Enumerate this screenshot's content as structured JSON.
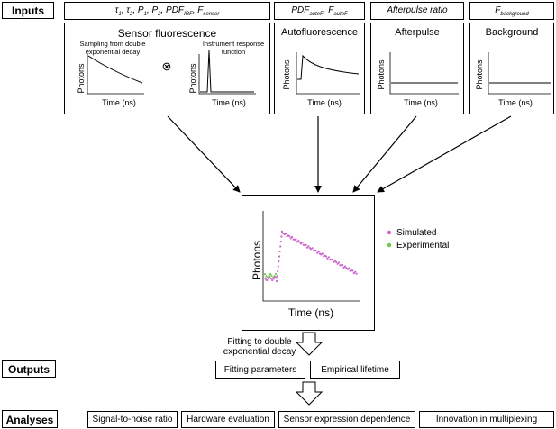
{
  "rows": {
    "inputs": "Inputs",
    "outputs": "Outputs",
    "analyses": "Analyses"
  },
  "params": {
    "tau1_sym": "τ",
    "tau1_sub": "1",
    "tau2_sym": ", τ",
    "tau2_sub": "2",
    "p1_sym": ", P",
    "p1_sub": "1",
    "p2_sym": ", P",
    "p2_sub": "2",
    "pdf_irf_sym": ", PDF",
    "pdf_irf_sub": "IRF",
    "fsensor_sym": ", F",
    "fsensor_sub": "sensor",
    "pdf_auto_sym": "PDF",
    "pdf_auto_sub": "autoF",
    "fauto_sym": ", F",
    "fauto_sub": "autoF",
    "afterpulse_ratio": "Afterpulse ratio",
    "fbg_sym": "F",
    "fbg_sub": "background"
  },
  "panels": {
    "sensor": {
      "title": "Sensor fluorescence",
      "note1": "Sampling from double",
      "note2": "exponential decay",
      "irf1": "Instrument response",
      "irf2": "function",
      "convolve": "⊗",
      "ylabel": "Photons",
      "xlabel": "Time (ns)"
    },
    "autofluorescence": {
      "title": "Autofluorescence",
      "ylabel": "Photons",
      "xlabel": "Time (ns)"
    },
    "afterpulse": {
      "title": "Afterpulse",
      "ylabel": "Photons",
      "xlabel": "Time (ns)"
    },
    "background": {
      "title": "Background",
      "ylabel": "Photons",
      "xlabel": "Time (ns)"
    }
  },
  "result": {
    "ylabel": "Photons",
    "xlabel": "Time (ns)",
    "legend_simulated": "Simulated",
    "legend_experimental": "Experimental",
    "colors": {
      "simulated": "#cc66cc",
      "experimental": "#66cc44"
    }
  },
  "fitting": {
    "line1": "Fitting to double",
    "line2": "exponential decay"
  },
  "outputs": [
    "Fitting parameters",
    "Empirical lifetime"
  ],
  "analyses": [
    "Signal-to-noise ratio",
    "Hardware evaluation",
    "Sensor expression dependence",
    "Innovation in multiplexing"
  ]
}
